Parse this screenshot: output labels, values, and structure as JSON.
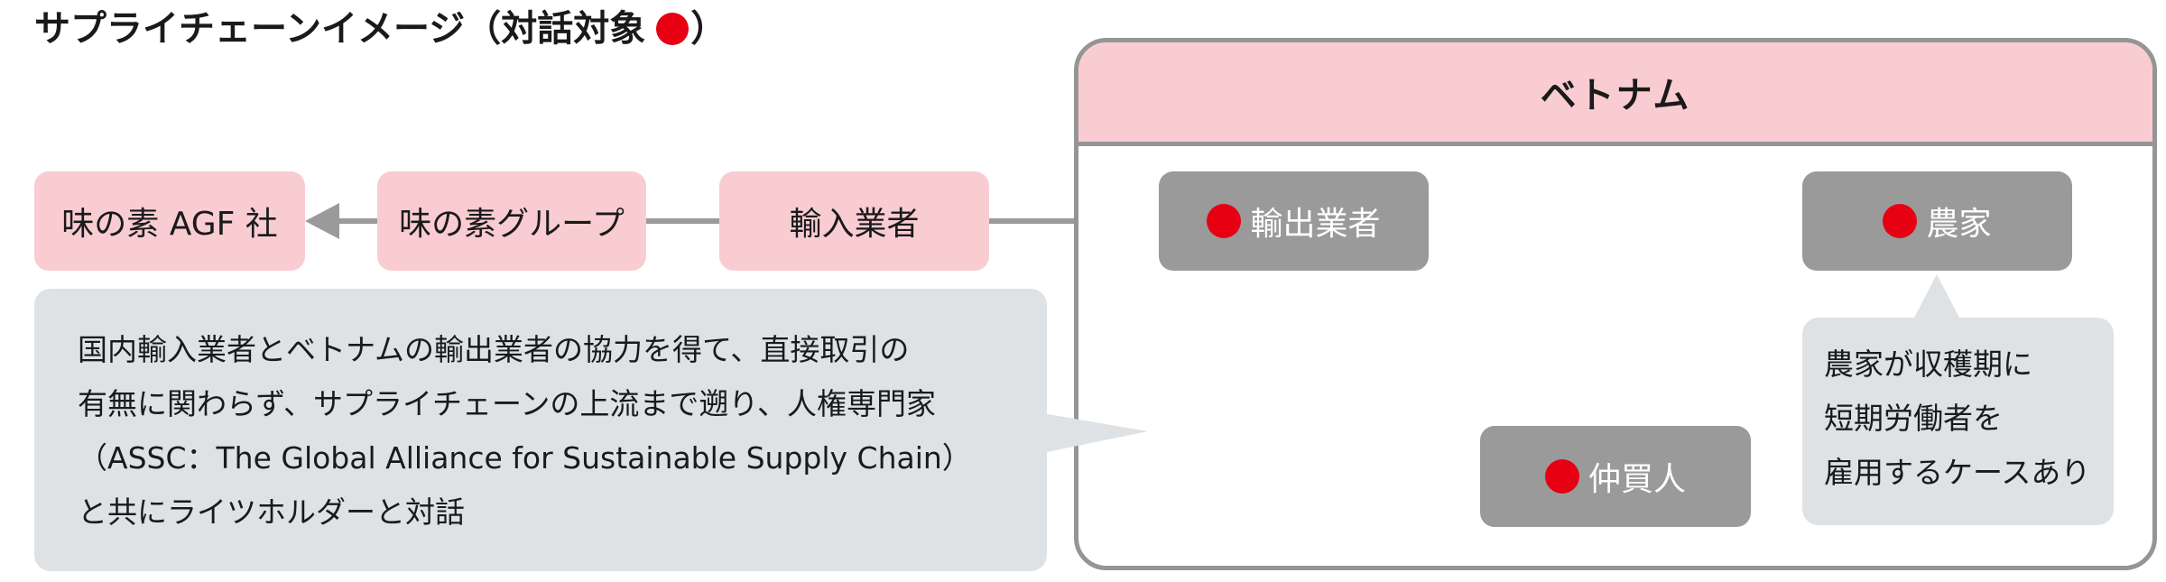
{
  "title": {
    "text": "サプライチェーンイメージ（対話対象",
    "close": "）",
    "marker_color": "#e60012"
  },
  "region": {
    "label": "ベトナム",
    "header_color": "#f9ccd2",
    "border_color": "#959595"
  },
  "nodes": {
    "agf": "味の素 AGF 社",
    "group": "味の素グループ",
    "importer": "輸入業者",
    "exporter": "輸出業者",
    "farmer": "農家",
    "broker": "仲買人"
  },
  "callouts": {
    "main": {
      "lines": [
        "国内輸入業者とベトナムの輸出業者の協力を得て、直接取引の",
        "有無に関わらず、サプライチェーンの上流まで遡り、人権専門家",
        "（ASSC：The Global Alliance for Sustainable Supply Chain）",
        "と共にライツホルダーと対話"
      ]
    },
    "farmer_note": {
      "lines": [
        "農家が収穫期に",
        "短期労働者を",
        "雇用するケースあり"
      ]
    }
  },
  "colors": {
    "pink_node": "#f9ccd2",
    "gray_node": "#9a9a9a",
    "callout_bg": "#dee2e5",
    "arrow": "#9a9a9a",
    "dialogue_marker": "#e60012"
  }
}
